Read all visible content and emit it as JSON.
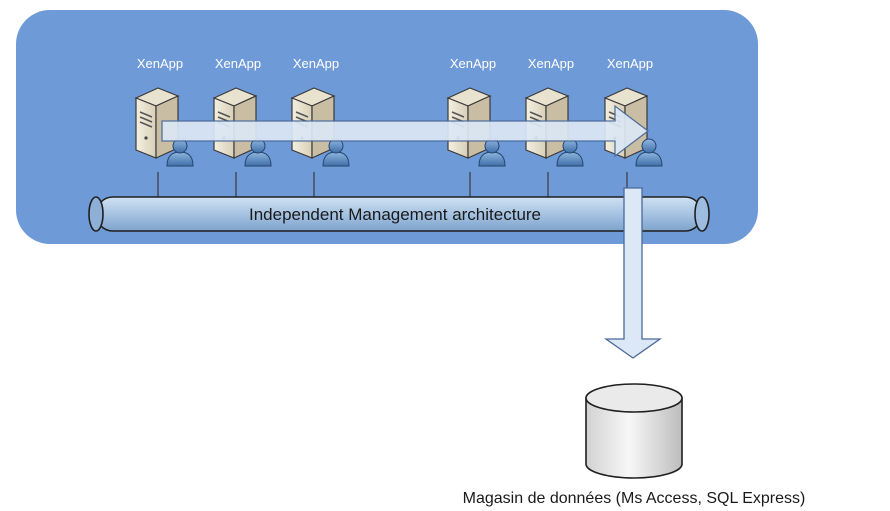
{
  "farm": {
    "servers": [
      {
        "label": "XenApp"
      },
      {
        "label": "XenApp"
      },
      {
        "label": "XenApp"
      },
      {
        "label": "XenApp"
      },
      {
        "label": "XenApp"
      },
      {
        "label": "XenApp"
      }
    ],
    "bus_label": "Independent Management architecture"
  },
  "datastore": {
    "label": "Magasin de données (Ms Access, SQL Express)"
  },
  "colors": {
    "farm_background": "#6f9ad8",
    "bus_fill": "#a9c8e6",
    "arrow_fill": "#dce8f6",
    "arrow_stroke": "#4a6a9a"
  },
  "icons": {
    "server": "server-with-user-icon",
    "database": "database-cylinder-icon"
  }
}
